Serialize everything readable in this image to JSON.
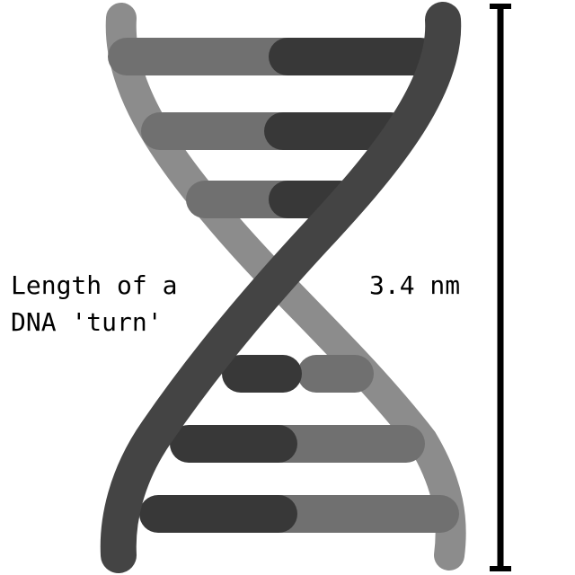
{
  "labels": {
    "length_line1": "Length of a",
    "length_line2": "DNA 'turn'",
    "measure": "3.4 nm"
  },
  "colors": {
    "backbone_light": "#8c8c8c",
    "backbone_dark": "#444444",
    "base_light": "#707070",
    "base_dark": "#383838",
    "scale_bar": "#000000"
  },
  "diagram": {
    "base_pairs": 6,
    "scale_bar": "vertical measurement bar"
  }
}
